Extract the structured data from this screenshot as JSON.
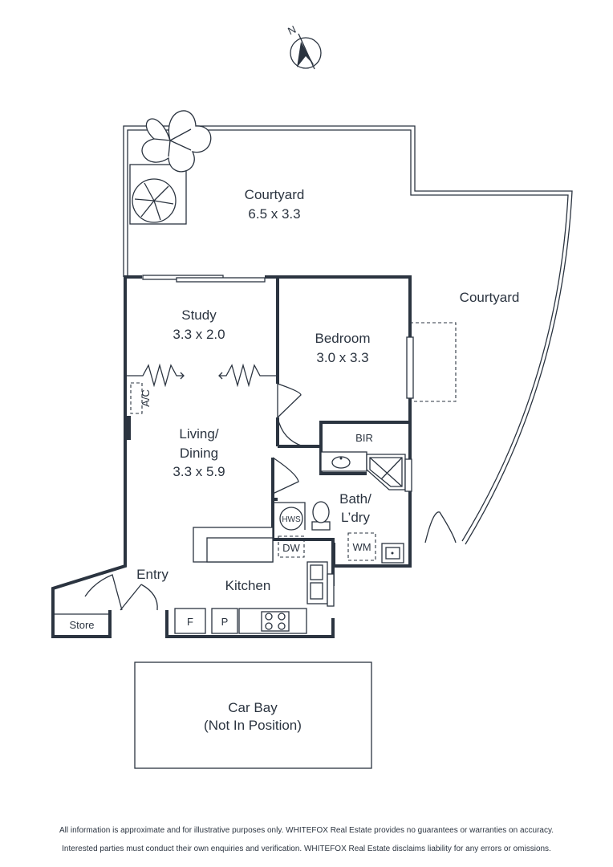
{
  "rooms": {
    "courtyard_top": {
      "name": "Courtyard",
      "size": "6.5 x 3.3"
    },
    "courtyard_side": {
      "name": "Courtyard"
    },
    "study": {
      "name": "Study",
      "size": "3.3 x 2.0"
    },
    "bedroom": {
      "name": "Bedroom",
      "size": "3.0 x 3.3"
    },
    "living": {
      "name_line1": "Living/",
      "name_line2": "Dining",
      "size": "3.3 x 5.9"
    },
    "bath": {
      "name_line1": "Bath/",
      "name_line2": "L’dry"
    },
    "kitchen": {
      "name": "Kitchen"
    },
    "entry": {
      "name": "Entry"
    },
    "store": {
      "name": "Store"
    },
    "bir": {
      "name": "BIR"
    },
    "car_bay": {
      "name_line1": "Car Bay",
      "name_line2": "(Not In Position)"
    }
  },
  "fixtures": {
    "ac": "A/C",
    "hws": "HWS",
    "dw": "DW",
    "wm": "WM",
    "fridge": "F",
    "pantry": "P"
  },
  "compass": {
    "label": "N"
  },
  "disclaimer": {
    "line1": "All information is approximate and for illustrative purposes only. WHITEFOX Real Estate provides no guarantees or warranties on accuracy.",
    "line2": "Interested parties must conduct their own enquiries and verification. WHITEFOX Real Estate disclaims liability for any errors or omissions."
  }
}
